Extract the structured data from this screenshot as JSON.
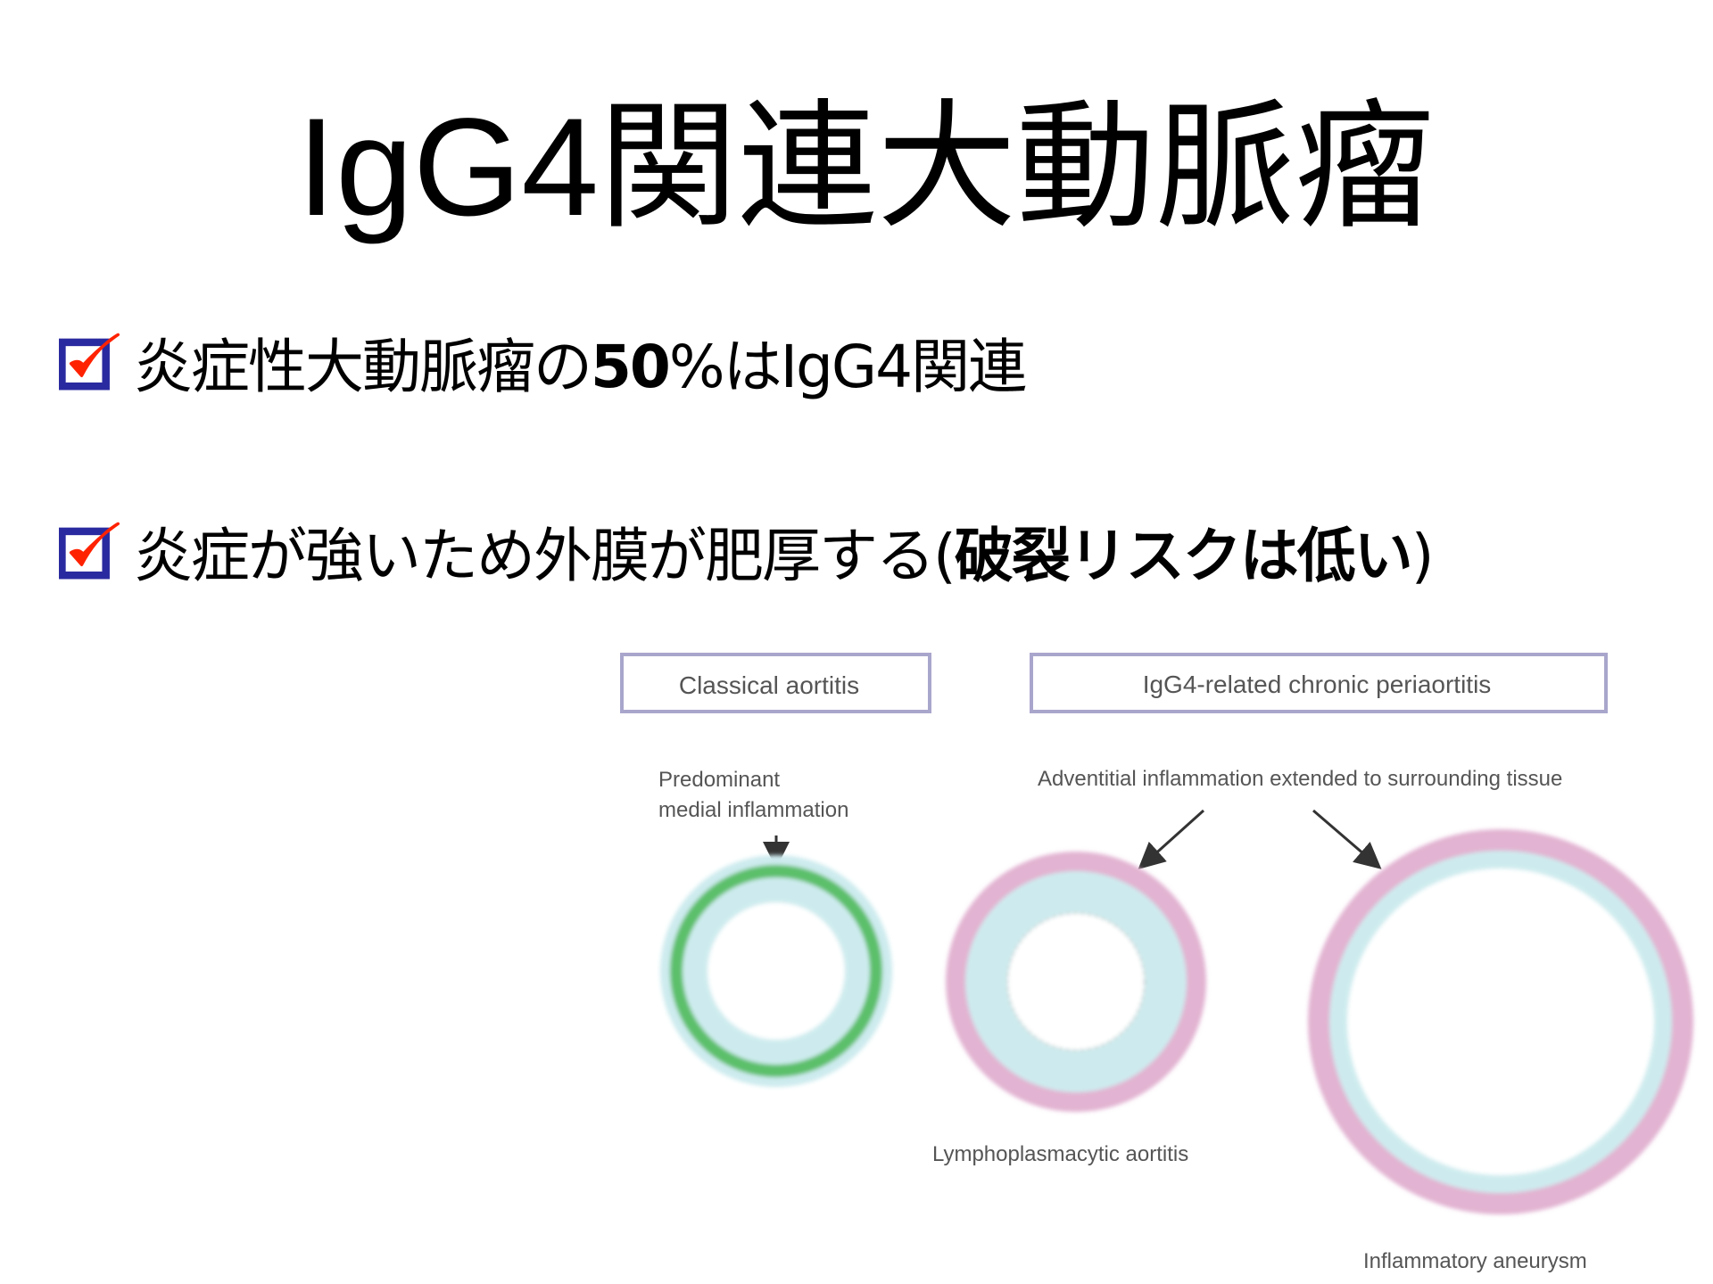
{
  "slide": {
    "title": "IgG4関連大動脈瘤",
    "bullets": [
      {
        "icon": "checkbox-checked-icon",
        "text_1": "炎症性大動脈瘤の",
        "bold": "50",
        "text_2": "%はIgG4関連"
      },
      {
        "icon": "checkbox-checked-icon",
        "text_1": "炎症が強いため外膜が肥厚する(",
        "bold": "破裂リスクは低い",
        "text_2": ")"
      }
    ]
  },
  "figure": {
    "box_classical": "Classical aortitis",
    "box_igg4": "IgG4-related chronic periaortitis",
    "label_predominant_1": "Predominant",
    "label_predominant_2": "medial inflammation",
    "label_adventitial": "Adventitial inflammation extended to surrounding tissue",
    "label_lymphoplasmacytic": "Lymphoplasmacytic aortitis",
    "label_aneurysm": "Inflammatory aneurysm",
    "colors": {
      "box_border": "#a9a6cc",
      "green": "#5cbf6a",
      "cyan": "#cdebee",
      "pink": "#e2b3d2",
      "check_blue": "#2a2aa0",
      "check_red": "#ff2200"
    }
  }
}
